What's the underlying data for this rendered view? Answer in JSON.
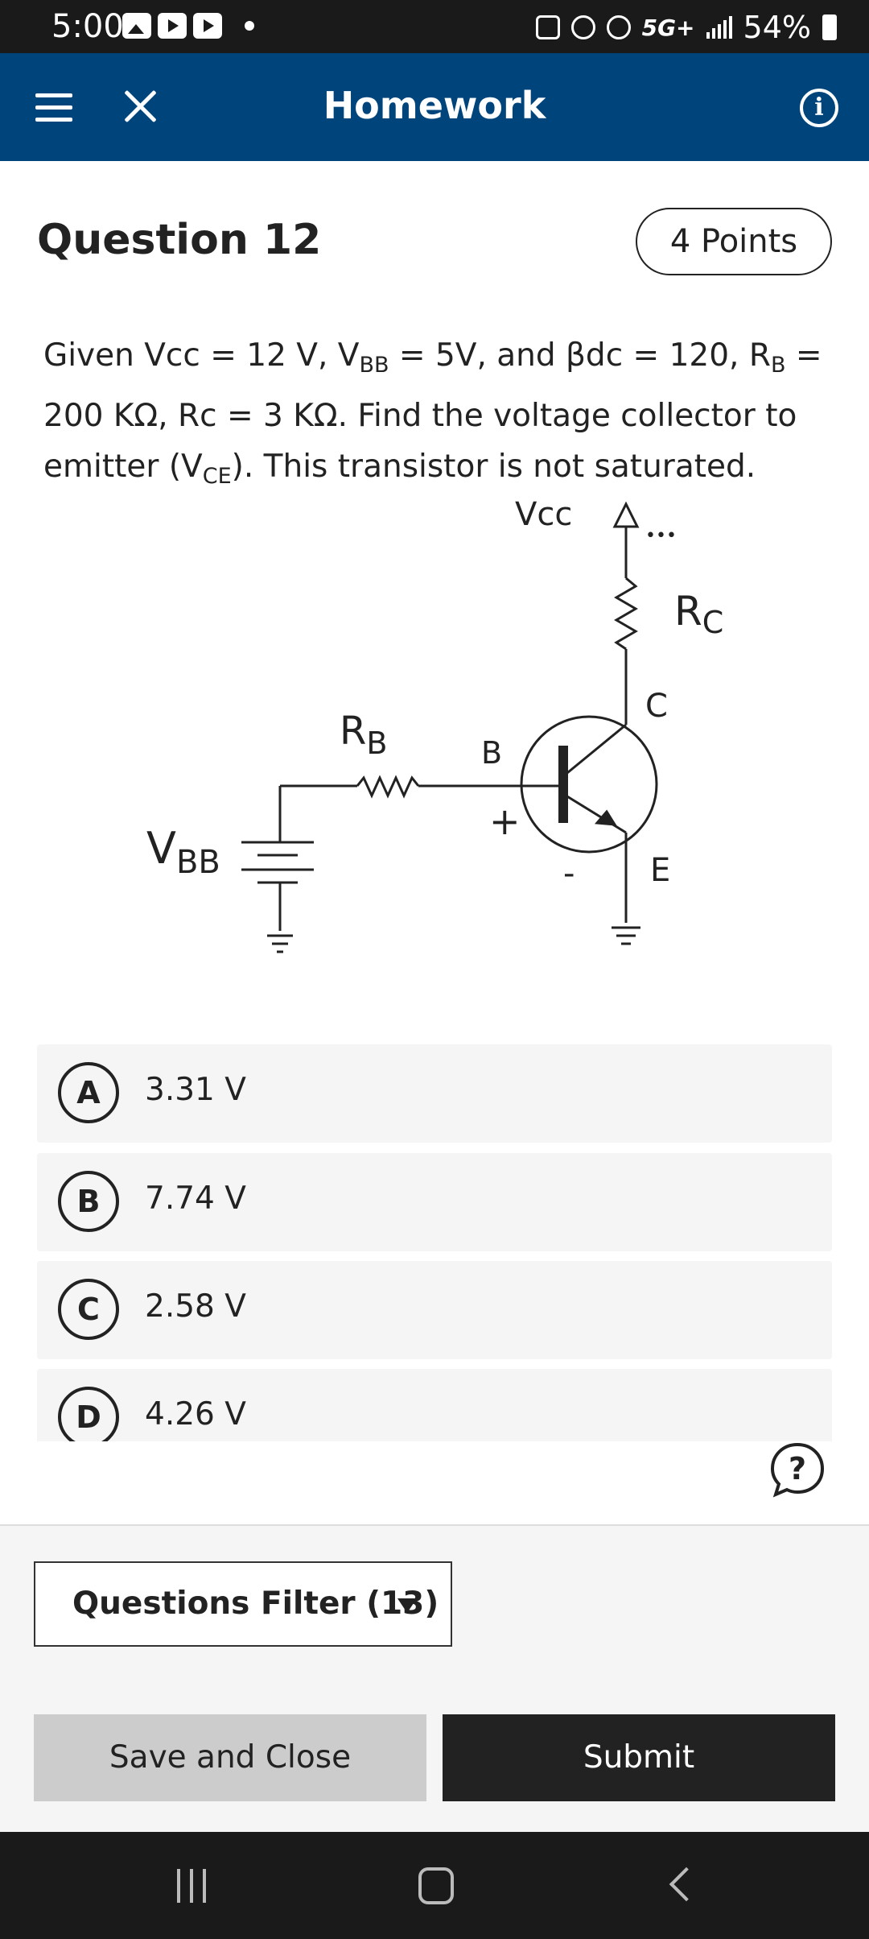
{
  "status_bar": {
    "time": "5:00",
    "network": "5G+",
    "battery": "54%"
  },
  "app_bar": {
    "title": "Homework"
  },
  "question": {
    "title": "Question 12",
    "points": "4 Points",
    "text": {
      "part1": "Given Vcc = 12 V, V",
      "sub_bb": "BB",
      "part2": " = 5V, and βdc = 120, R",
      "sub_b": "B",
      "part3": " = 200 KΩ, Rc = 3 KΩ. Find the voltage collector to emitter (V",
      "sub_ce": "CE",
      "part4": "). This transistor is not saturated."
    }
  },
  "diagram": {
    "vcc": "Vcc",
    "rc_main": "R",
    "rc_sub": "C",
    "rb_main": "R",
    "rb_sub": "B",
    "vbb_main": "V",
    "vbb_sub": "BB",
    "b": "B",
    "c": "C",
    "e": "E",
    "plus": "+",
    "minus": "-",
    "more": "•••"
  },
  "options": [
    {
      "letter": "A",
      "value": "3.31 V"
    },
    {
      "letter": "B",
      "value": "7.74 V"
    },
    {
      "letter": "C",
      "value": "2.58 V"
    },
    {
      "letter": "D",
      "value": "4.26 V"
    }
  ],
  "footer": {
    "filter_label": "Questions Filter (13)",
    "save_label": "Save and Close",
    "submit_label": "Submit"
  },
  "help": {
    "glyph": "?"
  },
  "info": {
    "glyph": "i"
  }
}
